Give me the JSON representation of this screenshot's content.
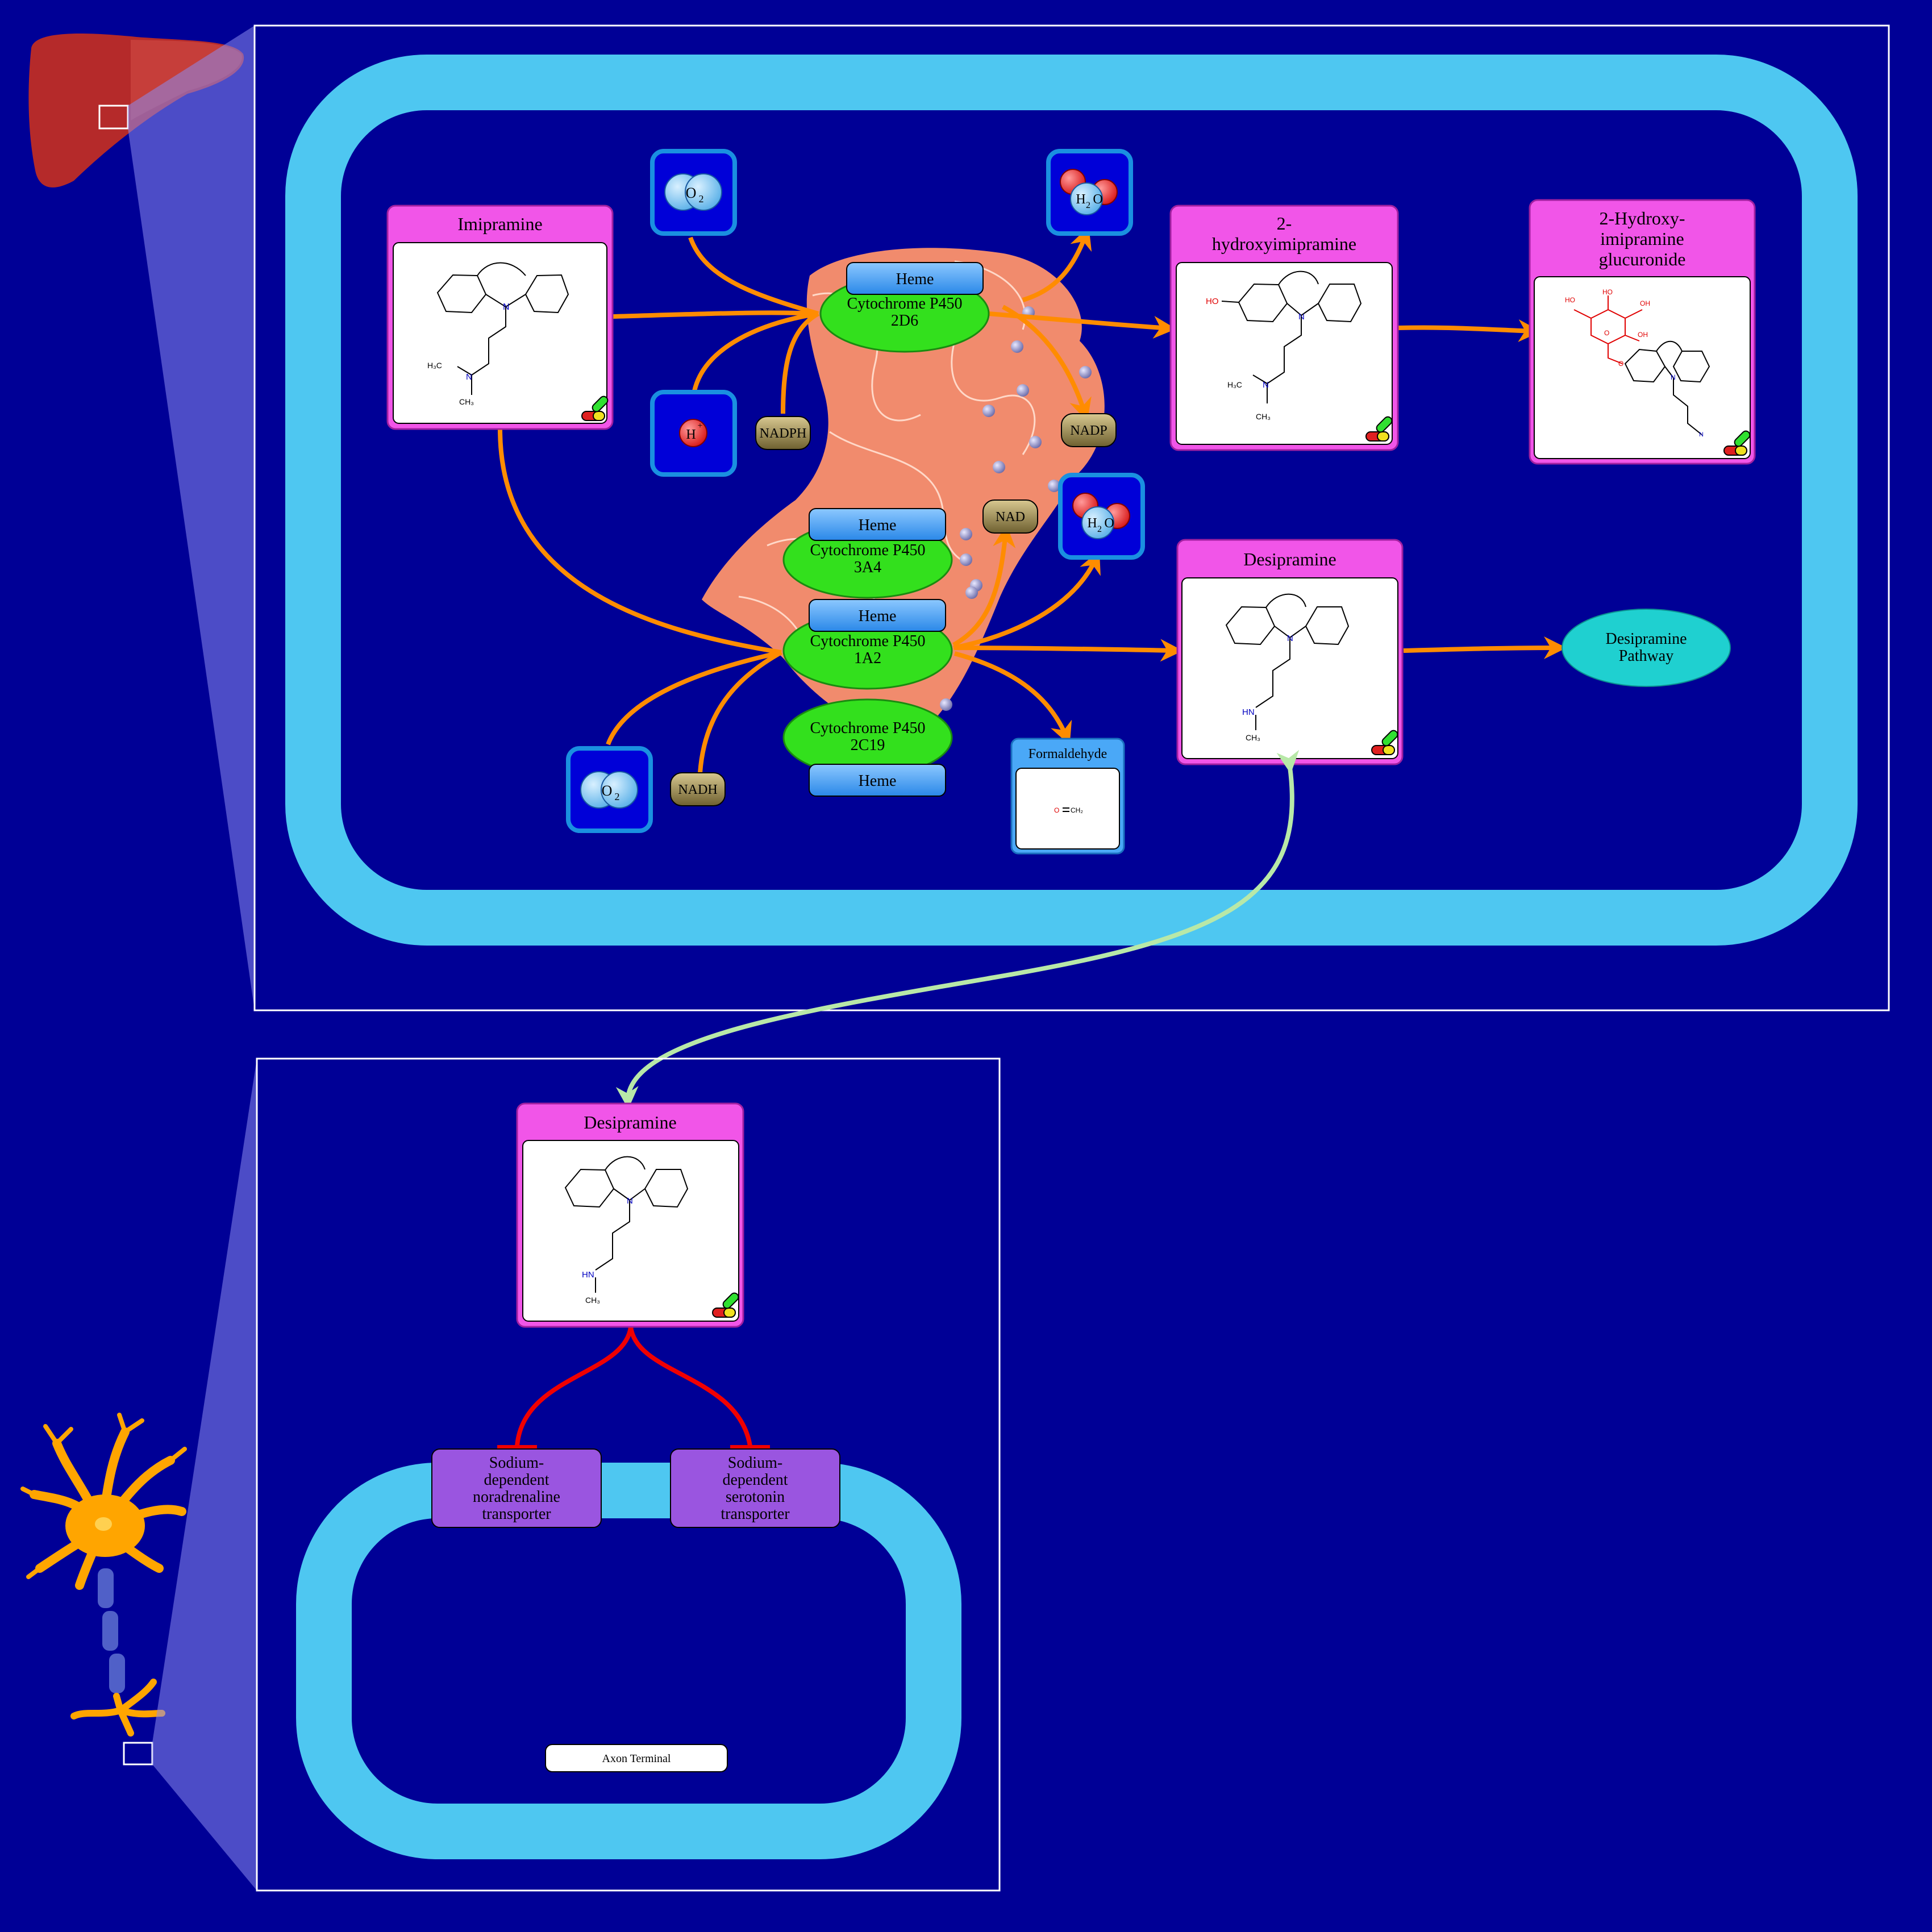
{
  "colors": {
    "background": "#000096",
    "membrane": "#4ec7f1",
    "compound_card": "#f155e8",
    "enzyme": "#33e01d",
    "heme": "#4aa8f7",
    "arrow": "#ff8c00",
    "inhibition": "#f00000",
    "transport": "#b8e8a8",
    "transporter": "#9a55e0",
    "pathway": "#1fd0d0",
    "cofactor": "#a0905a"
  },
  "liver": {
    "compounds": {
      "imipramine": "Imipramine",
      "hydroxy_l1": "2-",
      "hydroxy_l2": "hydroxyimipramine",
      "gluc_l1": "2-Hydroxy-",
      "gluc_l2": "imipramine",
      "gluc_l3": "glucuronide",
      "desipramine": "Desipramine",
      "formaldehyde": "Formaldehyde"
    },
    "enzymes": {
      "cyp2d6_l1": "Cytochrome P450",
      "cyp2d6_l2": "2D6",
      "cyp3a4_l1": "Cytochrome P450",
      "cyp3a4_l2": "3A4",
      "cyp1a2_l1": "Cytochrome P450",
      "cyp1a2_l2": "1A2",
      "cyp2c19_l1": "Cytochrome P450",
      "cyp2c19_l2": "2C19"
    },
    "heme": "Heme",
    "cofactors": {
      "nadph": "NADPH",
      "nadp": "NADP",
      "nad": "NAD",
      "nadh": "NADH"
    },
    "small_molecules": {
      "o2": "O",
      "o2_sub": "2",
      "h": "H",
      "h_sup": "+",
      "h2o_h": "H",
      "h2o_sub": "2",
      "h2o_o": "O"
    },
    "pathway_l1": "Desipramine",
    "pathway_l2": "Pathway"
  },
  "neuron": {
    "desipramine": "Desipramine",
    "net_l1": "Sodium-",
    "net_l2": "dependent",
    "net_l3": "noradrenaline",
    "net_l4": "transporter",
    "sert_l1": "Sodium-",
    "sert_l2": "dependent",
    "sert_l3": "serotonin",
    "sert_l4": "transporter",
    "axon_label": "Axon Terminal"
  },
  "structures": {
    "n": "N",
    "hn": "HN",
    "h3c": "H₃C",
    "ch3": "CH₃",
    "ho": "HO",
    "oh": "OH",
    "o": "O",
    "ch2": "CH₂"
  }
}
